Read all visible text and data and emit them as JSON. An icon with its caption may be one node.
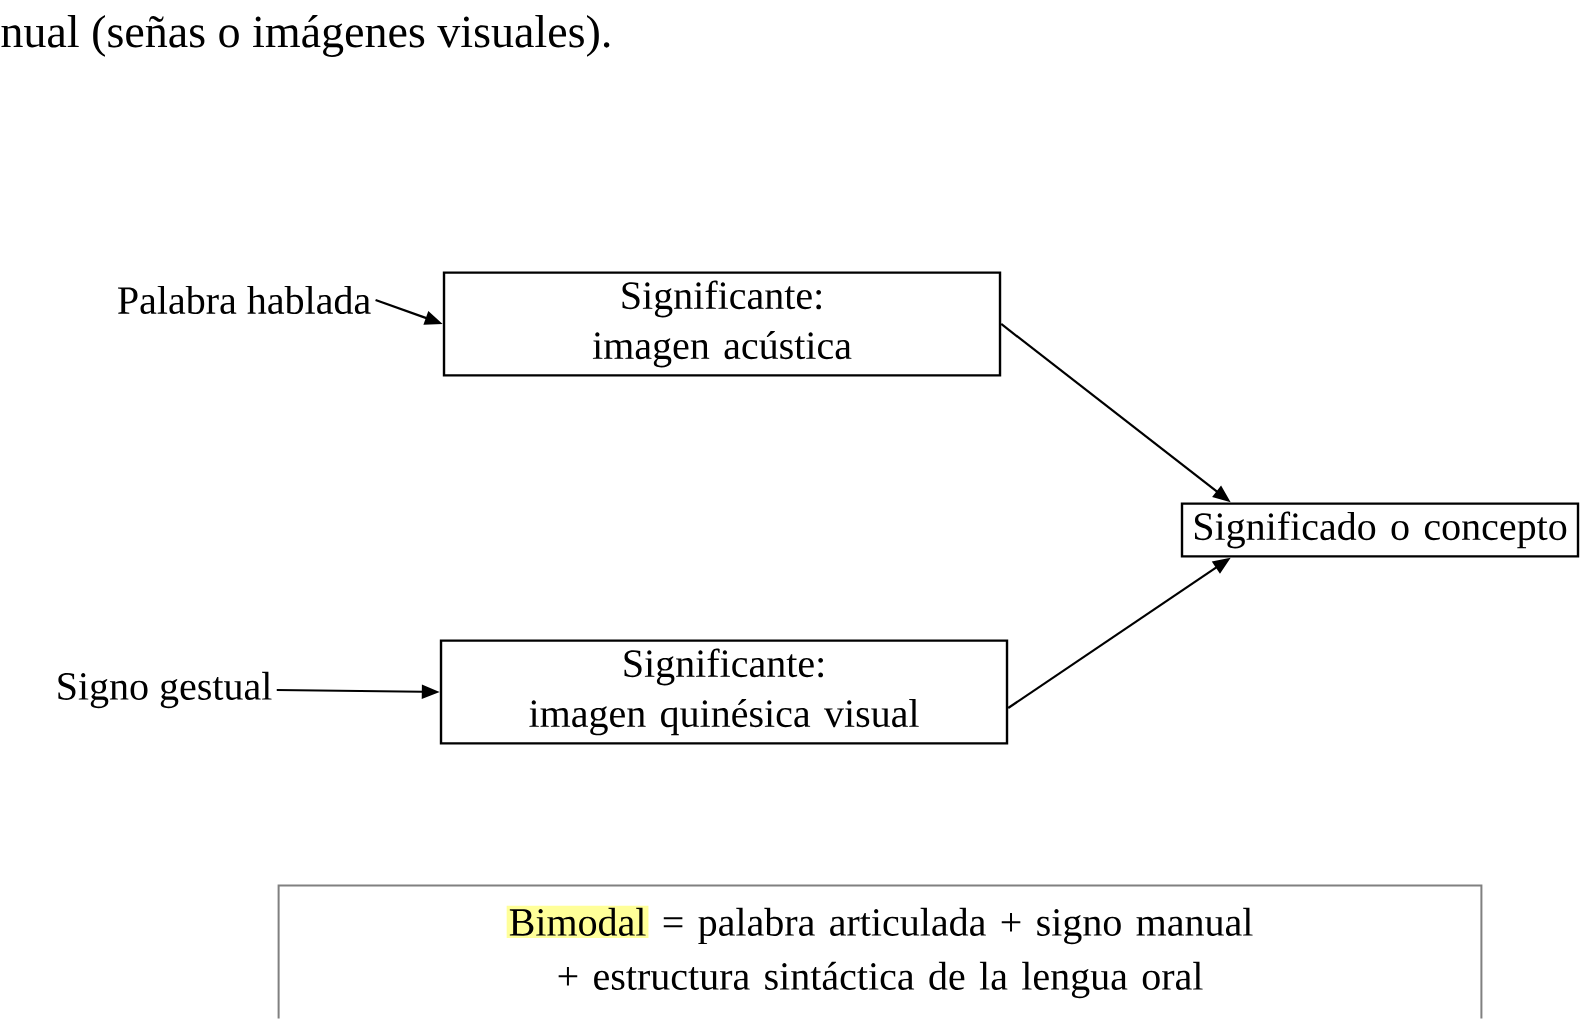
{
  "diagram": {
    "nodes": [
      {
        "text": [
          "Palabra hablada"
        ]
      },
      {
        "text": [
          "Significante:",
          "imagen acústica"
        ]
      },
      {
        "text": [
          "Significado o concepto"
        ]
      },
      {
        "text": [
          "Signo gestual"
        ]
      },
      {
        "text": [
          "Significante:",
          "imagen quinésica visual"
        ]
      },
      {
        "text": [
          "Bimodal",
          "= palabra articulada + signo manual + estructura sintáctica de la lengua oral"
        ]
      }
    ],
    "edges": [
      {
        "from": 0,
        "to": 1,
        "arrow": "to"
      },
      {
        "from": 1,
        "to": 2,
        "arrow": "to"
      },
      {
        "from": 3,
        "to": 4,
        "arrow": "to"
      },
      {
        "from": 4,
        "to": 2,
        "arrow": "to"
      }
    ],
    "labels": [
      "nual (señas o imágenes visuales)."
    ]
  }
}
